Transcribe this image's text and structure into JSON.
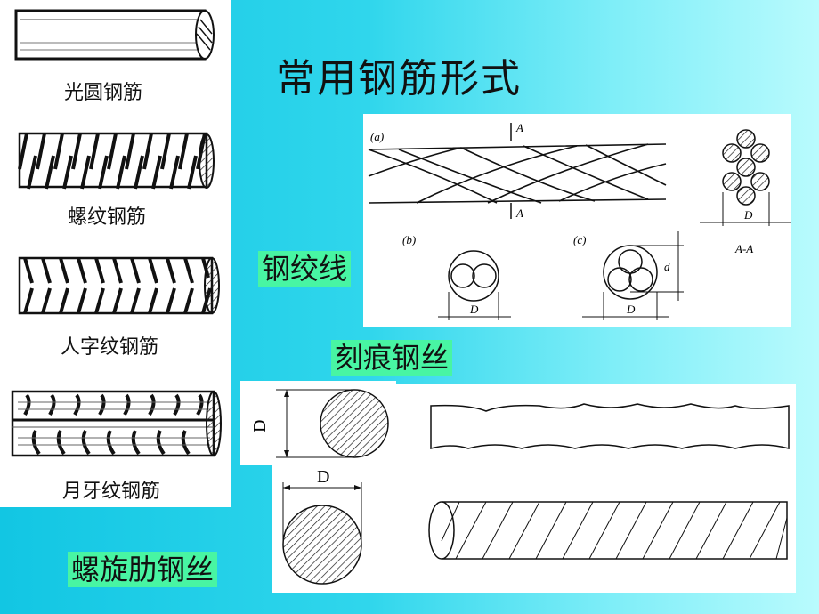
{
  "title": "常用钢筋形式",
  "left_panel": {
    "captions": [
      "光圆钢筋",
      "螺纹钢筋",
      "人字纹钢筋",
      "月牙纹钢筋"
    ]
  },
  "labels": {
    "strand": "钢绞线",
    "indented_wire": "刻痕钢丝",
    "spiral_wire": "螺旋肋钢丝"
  },
  "strand_diagram": {
    "a": "(a)",
    "b": "(b)",
    "c": "(c)",
    "section_mark_top": "A",
    "section_mark_bottom": "A",
    "dim_D1": "D",
    "dim_D2": "D",
    "dim_D3": "D",
    "dim_d": "d",
    "section_label": "A-A"
  },
  "wire_diagram": {
    "dim_D_top": "D",
    "dim_D_bottom": "D"
  }
}
